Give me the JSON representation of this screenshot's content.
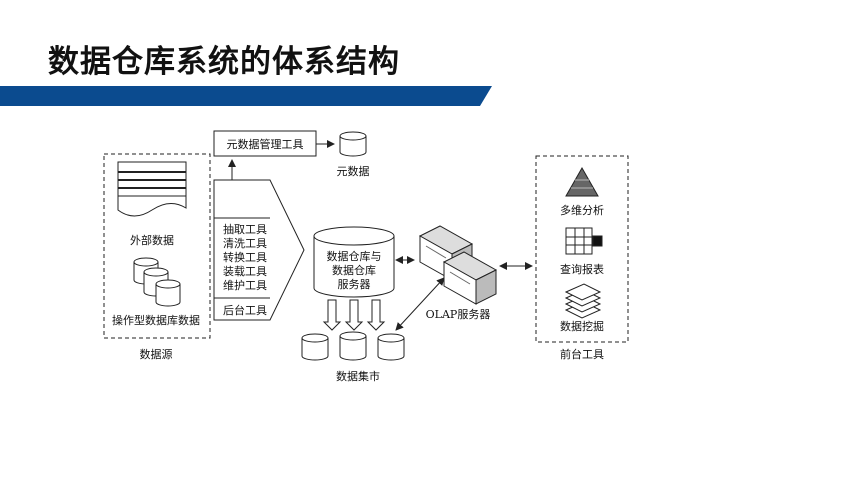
{
  "page": {
    "title": "数据仓库系统的体系结构"
  },
  "colors": {
    "accent": "#0b4b8f",
    "line": "#222222"
  },
  "diagram": {
    "metadata_tool": "元数据管理工具",
    "metadata": "元数据",
    "external_data": "外部数据",
    "operational_db": "操作型数据库数据",
    "data_source": "数据源",
    "etl_tools": [
      "抽取工具",
      "清洗工具",
      "转换工具",
      "装载工具",
      "维护工具"
    ],
    "backend_tools": "后台工具",
    "warehouse_server": [
      "数据仓库与",
      "数据仓库",
      "服务器"
    ],
    "data_mart": "数据集市",
    "olap_server": "OLAP服务器",
    "frontend_items": [
      "多维分析",
      "查询报表",
      "数据挖掘"
    ],
    "frontend_tools": "前台工具"
  }
}
